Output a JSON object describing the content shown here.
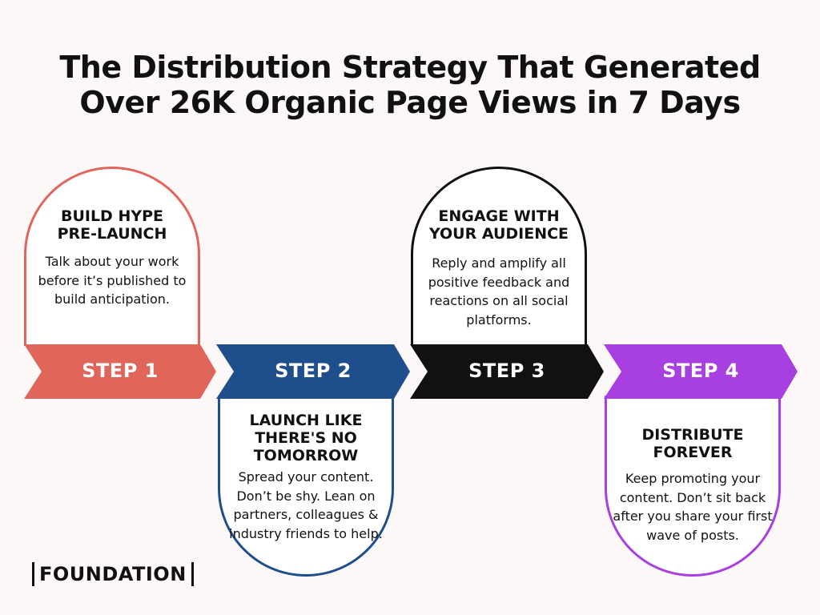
{
  "title": {
    "line1": "The Distribution Strategy That Generated",
    "line2": "Over 26K Organic Page Views in 7 Days"
  },
  "steps": [
    {
      "label": "STEP 1",
      "heading": [
        "BUILD HYPE",
        "PRE-LAUNCH"
      ],
      "body": "Talk about your work before it’s published to build anticipation.",
      "color": "#e0655a"
    },
    {
      "label": "STEP 2",
      "heading": [
        "LAUNCH LIKE",
        "THERE'S NO",
        "TOMORROW"
      ],
      "body": "Spread your content. Don’t be shy. Lean on partners, colleagues & industry friends to help.",
      "color": "#1f4e8c"
    },
    {
      "label": "STEP 3",
      "heading": [
        "ENGAGE WITH",
        "YOUR AUDIENCE"
      ],
      "body": "Reply and amplify all positive feedback and reactions on all social platforms.",
      "color": "#111111"
    },
    {
      "label": "STEP 4",
      "heading": [
        "DISTRIBUTE",
        "FOREVER"
      ],
      "body": "Keep promoting your content. Don’t sit back after you share your first wave of posts.",
      "color": "#a83fe0"
    }
  ],
  "logo": "FOUNDATION"
}
